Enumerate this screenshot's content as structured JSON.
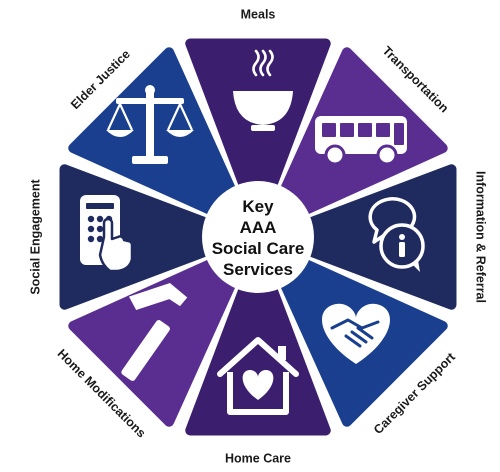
{
  "center": {
    "lines": [
      "Key",
      "AAA",
      "Social Care",
      "Services"
    ]
  },
  "segments": [
    {
      "label": "Meals",
      "icon": "soup-bowl-icon",
      "color": "#3b1f6e"
    },
    {
      "label": "Transportation",
      "icon": "bus-icon",
      "color": "#5a2d91"
    },
    {
      "label": "Information & Referral",
      "icon": "info-chat-icon",
      "color": "#1f2a5e"
    },
    {
      "label": "Caregiver Support",
      "icon": "heart-handshake-icon",
      "color": "#1a3f8f"
    },
    {
      "label": "Home Care",
      "icon": "house-heart-icon",
      "color": "#3b1f6e"
    },
    {
      "label": "Home Modifications",
      "icon": "hammer-icon",
      "color": "#5a2d91"
    },
    {
      "label": "Social Engagement",
      "icon": "tablet-touch-icon",
      "color": "#1f2a5e"
    },
    {
      "label": "Elder Justice",
      "icon": "scales-of-justice-icon",
      "color": "#1a3f8f"
    }
  ]
}
